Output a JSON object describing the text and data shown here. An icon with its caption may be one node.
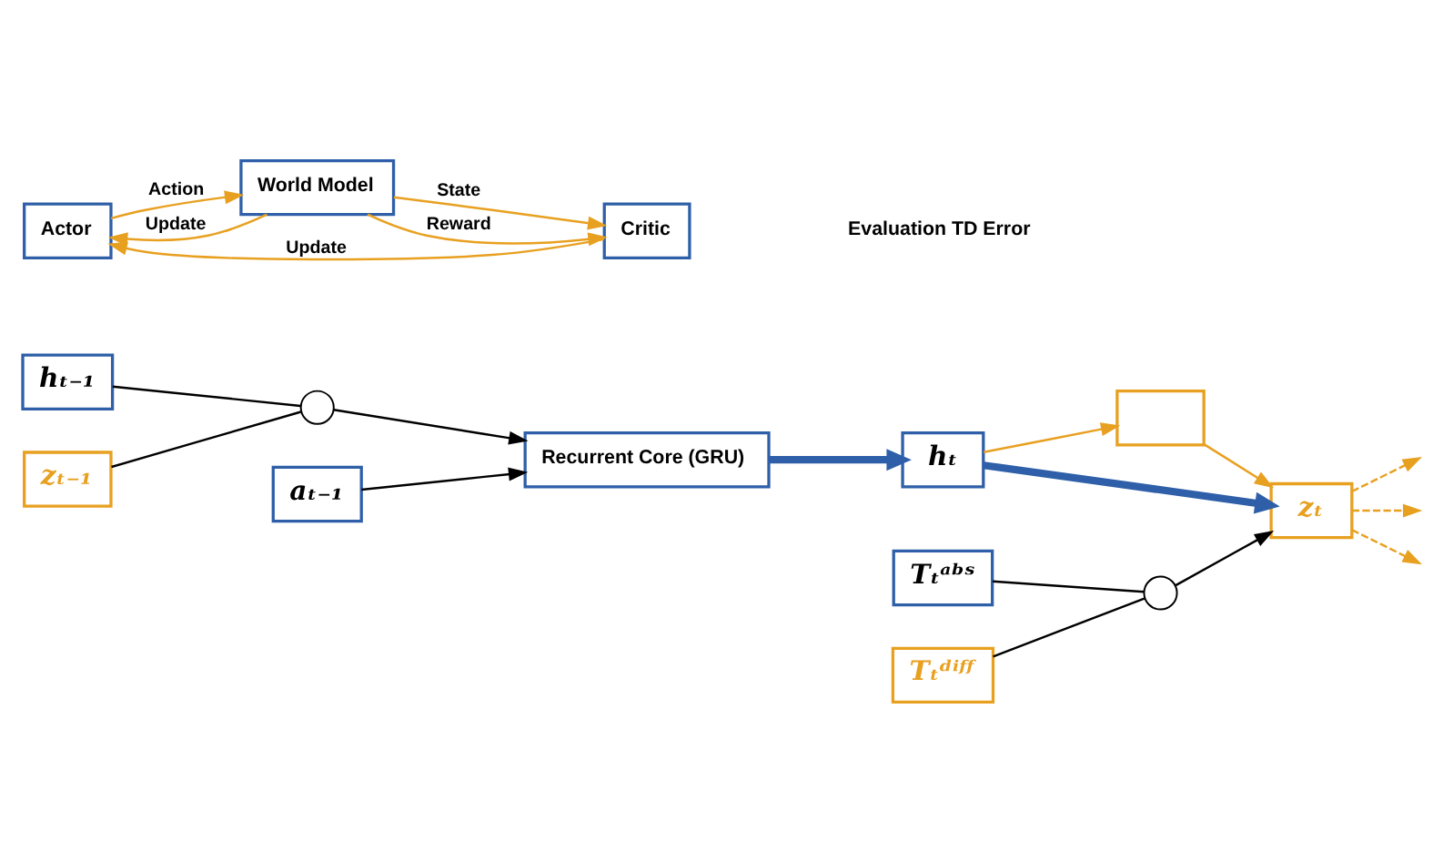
{
  "diagram": {
    "nodes": [
      {
        "text": [
          "hₜ₋₁"
        ]
      },
      {
        "text": [
          "zₜ₋₁"
        ]
      },
      {
        "text": [],
        "shape": "circle"
      },
      {
        "text": [
          "aₜ₋₁"
        ]
      },
      {
        "text": [
          "Recurrent Core (GRU)"
        ]
      },
      {
        "text": [
          "hₜ"
        ]
      },
      {
        "text": [],
        "shape": "box"
      },
      {
        "text": [
          "zₜ"
        ]
      },
      {
        "text": [],
        "shape": "circle"
      },
      {
        "text": [
          "Tₜᵃᵇˢ"
        ]
      },
      {
        "text": [
          "Tₜᵈⁱᶠᶠ"
        ]
      },
      {
        "text": [
          "Actor"
        ]
      },
      {
        "text": [
          "World Model"
        ]
      },
      {
        "text": [
          "Critic"
        ]
      }
    ],
    "edges": [
      {
        "from": 0,
        "to": 2,
        "arrow": "none",
        "color": "#000000"
      },
      {
        "from": 1,
        "to": 2,
        "arrow": "none",
        "color": "#000000"
      },
      {
        "from": 2,
        "to": 4,
        "arrow": "to",
        "color": "#000000"
      },
      {
        "from": 3,
        "to": 4,
        "arrow": "to",
        "color": "#000000"
      },
      {
        "from": 4,
        "to": 5,
        "arrow": "to",
        "style": "thick",
        "color": "#2e5fa8"
      },
      {
        "from": 5,
        "to": 6,
        "arrow": "to"
      },
      {
        "from": 6,
        "to": 7,
        "arrow": "to"
      },
      {
        "from": 5,
        "to": 7,
        "arrow": "to",
        "style": "thick",
        "color": "#2e5fa8"
      },
      {
        "from": 9,
        "to": 8,
        "arrow": "none",
        "color": "#000000"
      },
      {
        "from": 10,
        "to": 8,
        "arrow": "none",
        "color": "#000000"
      },
      {
        "from": 8,
        "to": 7,
        "arrow": "to",
        "color": "#000000"
      },
      {
        "from": 7,
        "to": null,
        "arrow": "to",
        "style": "dashed"
      },
      {
        "from": 7,
        "to": null,
        "arrow": "to",
        "style": "dashed"
      },
      {
        "from": 7,
        "to": null,
        "arrow": "to",
        "style": "dashed"
      },
      {
        "from": 11,
        "to": 12,
        "label": "Action",
        "arrow": "to"
      },
      {
        "from": 12,
        "to": 11,
        "label": "Update",
        "arrow": "to"
      },
      {
        "from": 12,
        "to": 13,
        "label": "State",
        "arrow": "to"
      },
      {
        "from": 12,
        "to": 13,
        "label": "Reward",
        "arrow": "to"
      },
      {
        "from": 13,
        "to": 11,
        "label": "Update",
        "arrow": "to"
      }
    ],
    "labels": [
      "Evaluation TD Error"
    ]
  }
}
